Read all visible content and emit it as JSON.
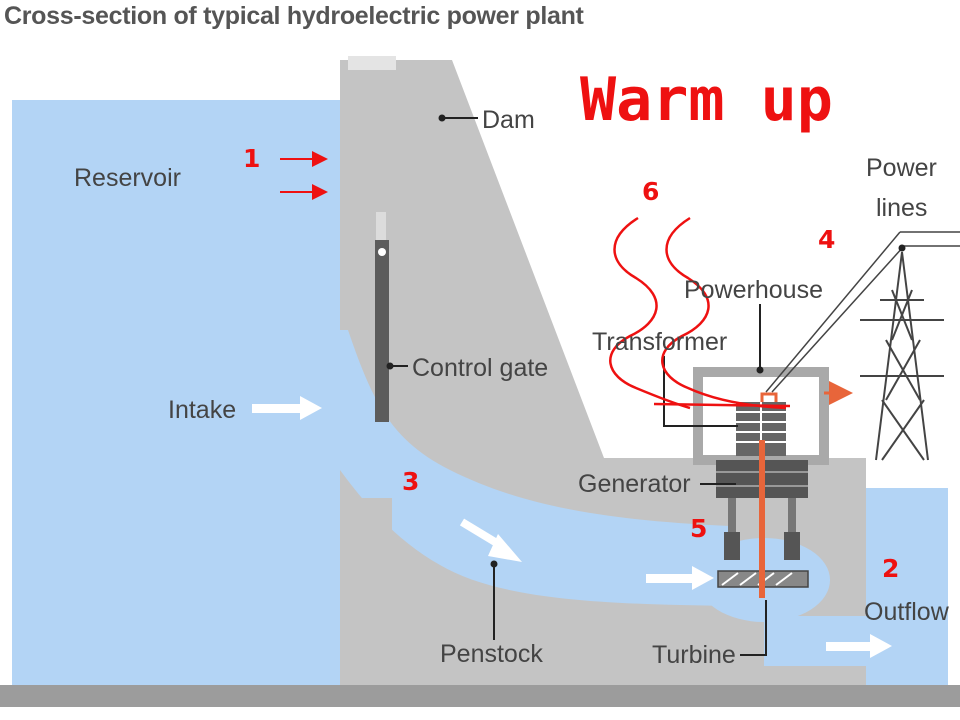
{
  "title": "Cross-section of typical hydroelectric power plant",
  "overlay_heading": "Warm up",
  "labels": {
    "dam": "Dam",
    "reservoir": "Reservoir",
    "control_gate": "Control gate",
    "intake": "Intake",
    "penstock": "Penstock",
    "powerhouse": "Powerhouse",
    "transformer": "Transformer",
    "generator": "Generator",
    "turbine": "Turbine",
    "outflow": "Outflow",
    "power_lines_1": "Power",
    "power_lines_2": "lines"
  },
  "markers": [
    "1",
    "2",
    "3",
    "4",
    "5",
    "6"
  ],
  "colors": {
    "water": "#b3d4f5",
    "dam": "#c4c4c4",
    "structure": "#a9a9a9",
    "ground": "#9c9c9c",
    "shaft": "#e8653a",
    "annotation": "#ee1111",
    "label_text": "#444444"
  }
}
